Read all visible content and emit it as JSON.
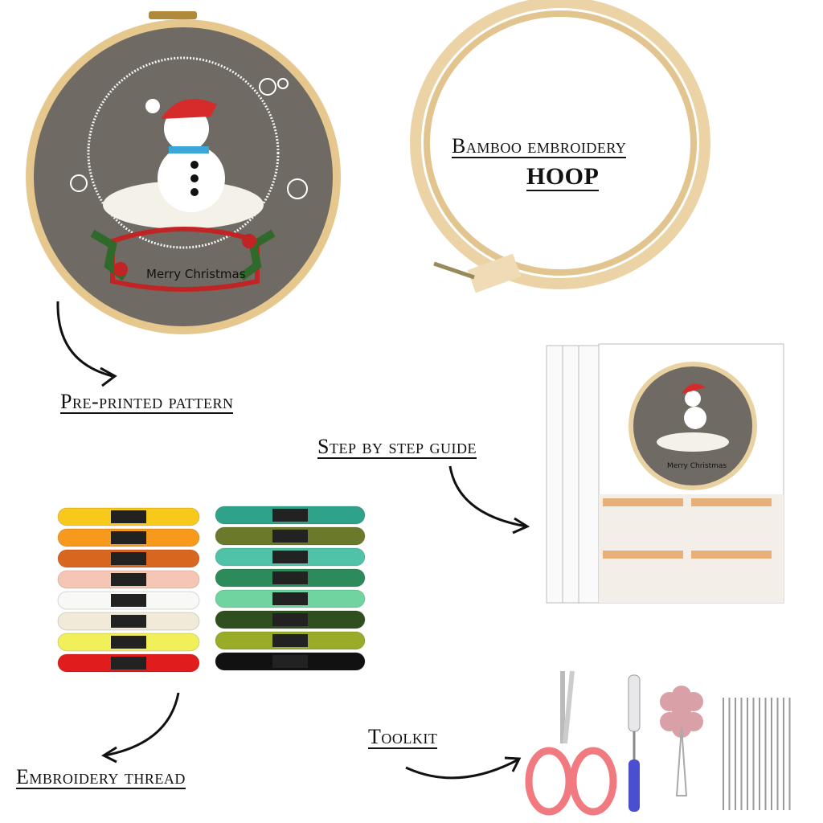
{
  "labels": {
    "hoop_line1": "Bamboo embroidery",
    "hoop_line2": "HOOP",
    "pattern": "Pre-printed pattern",
    "guide": "Step by step guide",
    "thread": "Embroidery thread",
    "toolkit": "Toolkit"
  },
  "pattern_text": "Merry Christmas",
  "guide_text": "Merry Christmas",
  "colors": {
    "fabric": "#6f6a63",
    "bamboo": "#e9cf9f",
    "scissors": "#f07a80",
    "seam_ripper": "#4a4fd0",
    "threader": "#d9a0a8"
  },
  "threads_left": [
    "#f6c91a",
    "#f79a1c",
    "#d9661f",
    "#f6c6b4",
    "#f8f8f6",
    "#f1ead8",
    "#f1ef5a",
    "#e01c1c"
  ],
  "threads_right": [
    "#2fa28a",
    "#6b7a2a",
    "#4fc2a8",
    "#2d8a5a",
    "#6fd4a0",
    "#2f4f1f",
    "#9aab2a",
    "#111111"
  ]
}
